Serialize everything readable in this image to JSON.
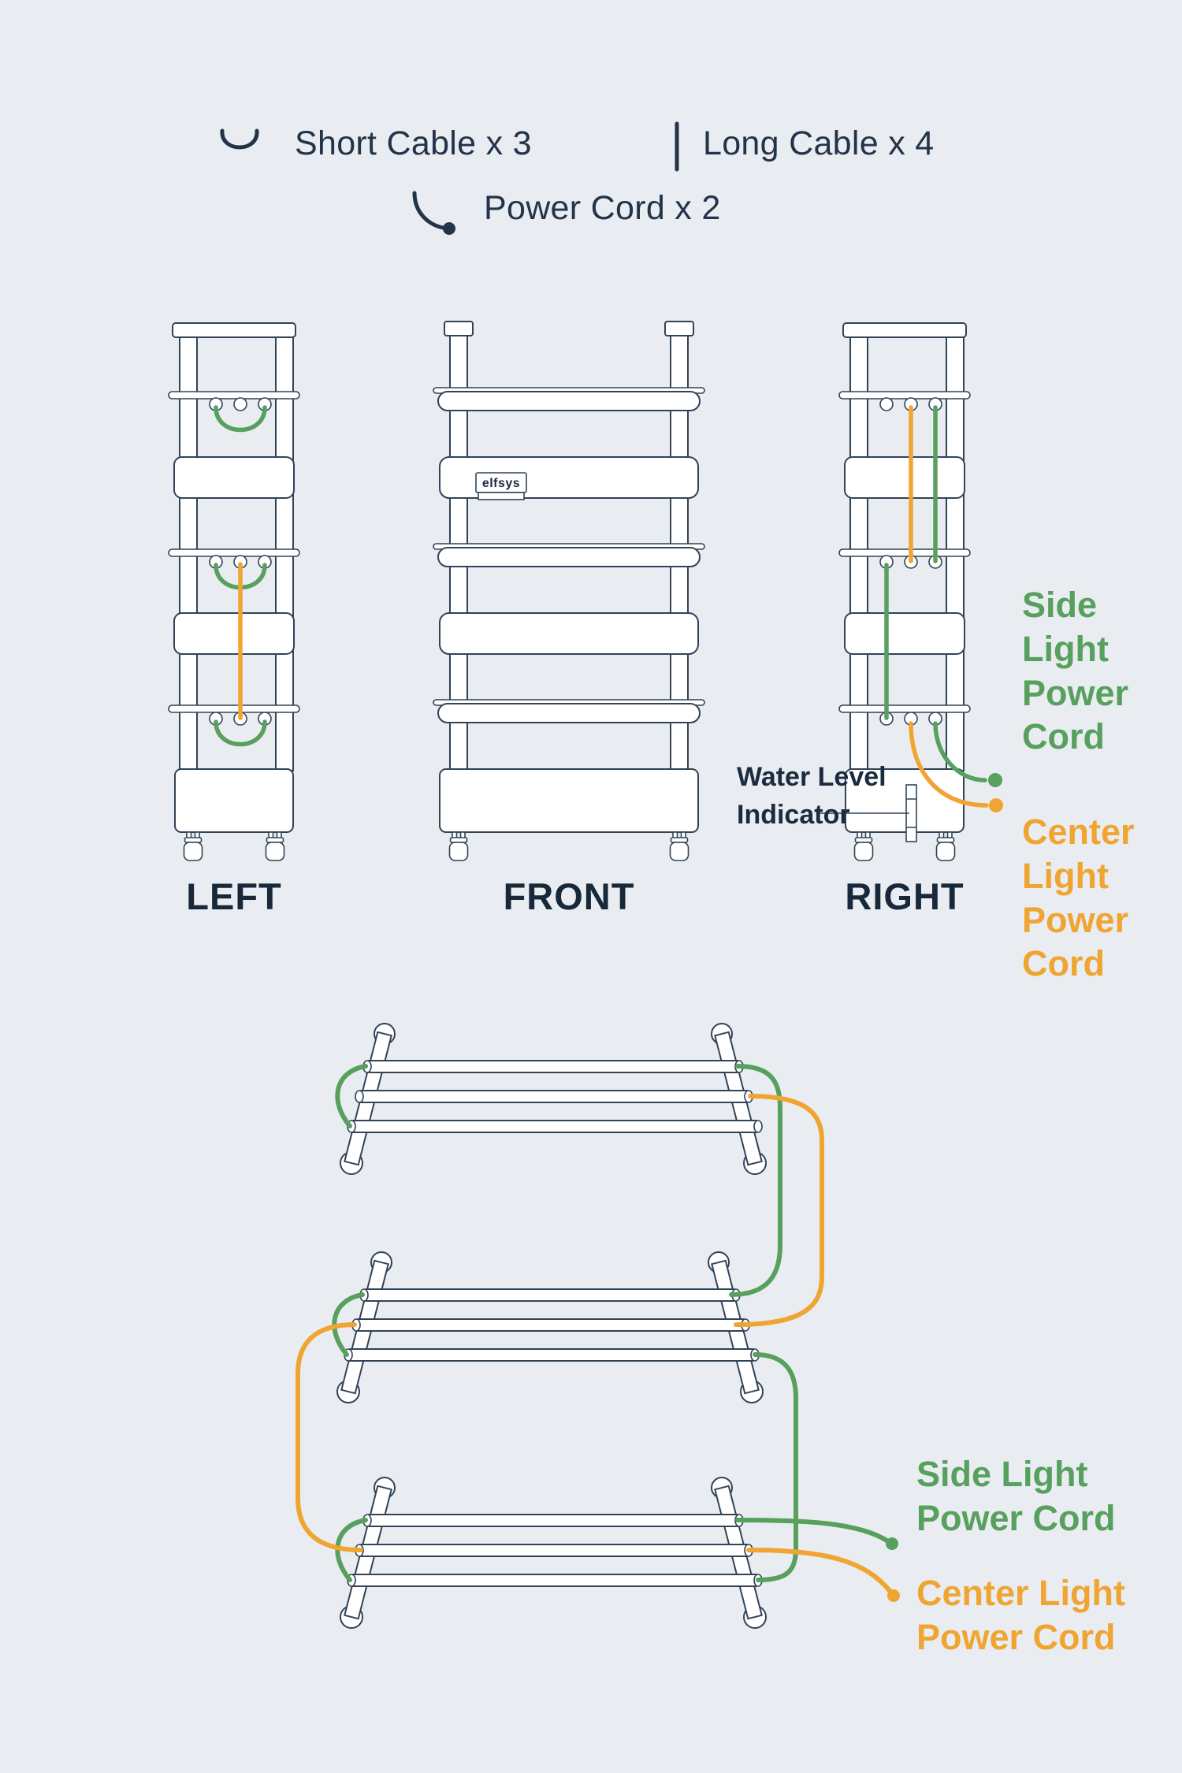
{
  "colors": {
    "background": "#e9edf1",
    "outline": "#314357",
    "text": "#1b2b3f",
    "green": "#57a05e",
    "orange": "#f0a431"
  },
  "legend": {
    "items": [
      {
        "icon": "short-cable-icon",
        "label": "Short Cable x 3"
      },
      {
        "icon": "long-cable-icon",
        "label": "Long Cable x 4"
      },
      {
        "icon": "power-cord-icon",
        "label": "Power Cord x 2"
      }
    ]
  },
  "views": {
    "left_label": "LEFT",
    "front_label": "FRONT",
    "right_label": "RIGHT",
    "logo": "elfsys",
    "water_level_label": "Water Level Indicator"
  },
  "annotations": {
    "side_light": "Side Light Power Cord",
    "center_light": "Center Light Power Cord"
  },
  "bottom_annotations": {
    "side_light": "Side Light Power Cord",
    "center_light": "Center Light Power Cord"
  }
}
